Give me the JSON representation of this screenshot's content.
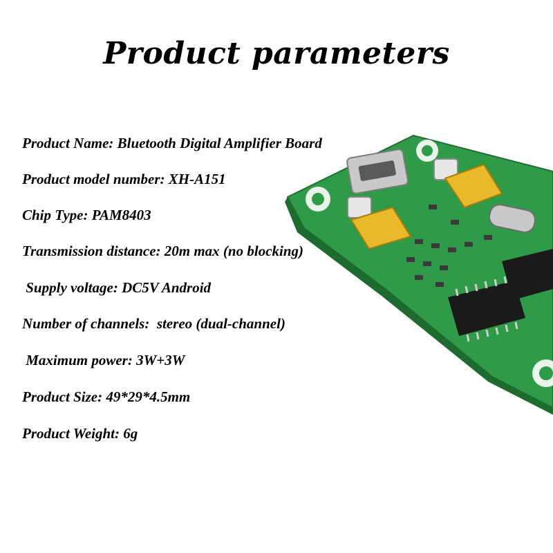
{
  "title": "Product parameters",
  "colors": {
    "background": "#ffffff",
    "text": "#000000",
    "pcb_green": "#2f9a48",
    "tantalum_capacitor": "#e8b92a",
    "chip_black": "#1a1a1a"
  },
  "parameters": [
    {
      "label": "Product Name:",
      "value": "Bluetooth Digital Amplifier Board"
    },
    {
      "label": "Product model number:",
      "value": "XH-A151"
    },
    {
      "label": "Chip Type:",
      "value": "PAM8403"
    },
    {
      "label": "Transmission distance:",
      "value": "20m max (no blocking)"
    },
    {
      "label": " Supply voltage:",
      "value": "DC5V Android"
    },
    {
      "label": "Number of channels:",
      "value": " stereo (dual-channel)"
    },
    {
      "label": " Maximum power:",
      "value": "3W+3W"
    },
    {
      "label": "Product Size:",
      "value": "49*29*4.5mm"
    },
    {
      "label": "Product Weight:",
      "value": "6g"
    }
  ]
}
